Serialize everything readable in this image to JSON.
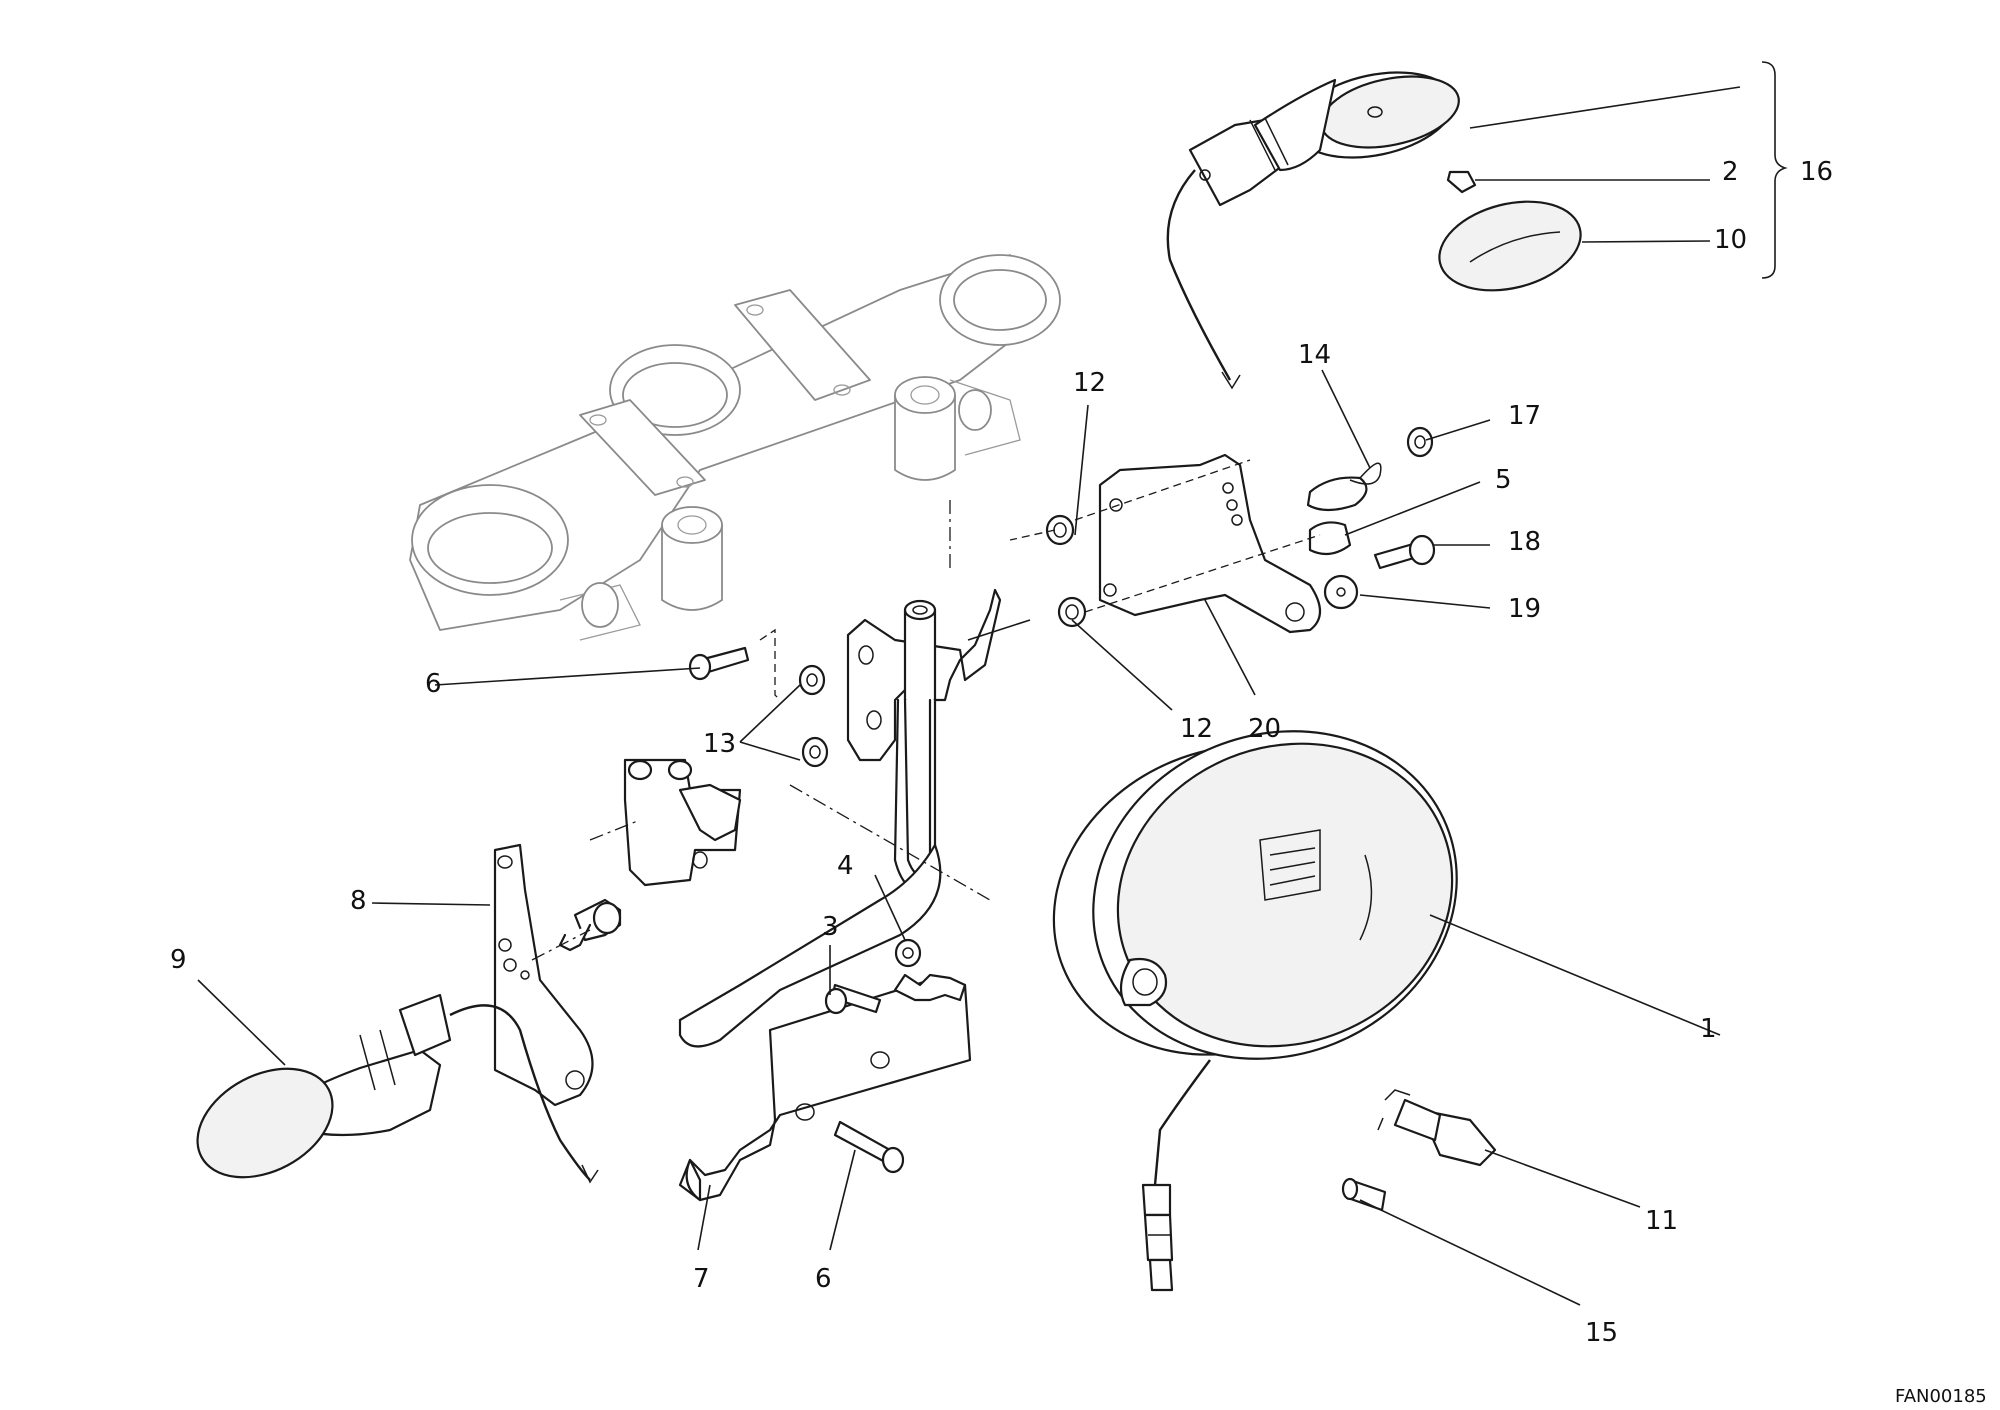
{
  "diagram": {
    "drawing_code": "FAN00185",
    "callouts": [
      {
        "id": "c1",
        "text": "1"
      },
      {
        "id": "c2",
        "text": "2"
      },
      {
        "id": "c3",
        "text": "3"
      },
      {
        "id": "c4",
        "text": "4"
      },
      {
        "id": "c5",
        "text": "5"
      },
      {
        "id": "c6a",
        "text": "6"
      },
      {
        "id": "c6b",
        "text": "6"
      },
      {
        "id": "c7",
        "text": "7"
      },
      {
        "id": "c8",
        "text": "8"
      },
      {
        "id": "c9",
        "text": "9"
      },
      {
        "id": "c10",
        "text": "10"
      },
      {
        "id": "c11",
        "text": "11"
      },
      {
        "id": "c12a",
        "text": "12"
      },
      {
        "id": "c12b",
        "text": "12"
      },
      {
        "id": "c13",
        "text": "13"
      },
      {
        "id": "c14",
        "text": "14"
      },
      {
        "id": "c15",
        "text": "15"
      },
      {
        "id": "c16",
        "text": "16"
      },
      {
        "id": "c17",
        "text": "17"
      },
      {
        "id": "c18",
        "text": "18"
      },
      {
        "id": "c19",
        "text": "19"
      },
      {
        "id": "c20",
        "text": "20"
      }
    ]
  }
}
